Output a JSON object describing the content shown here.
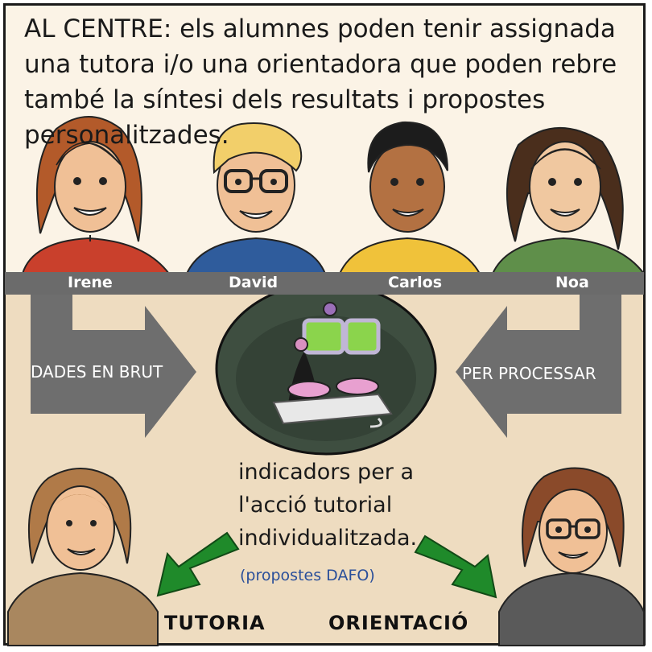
{
  "caption": "AL CENTRE: els alumnes poden tenir assignada una tutora i/o una orientadora que poden rebre també la síntesi dels resultats i propostes personalitzades.",
  "students": [
    "Irene",
    "David",
    "Carlos",
    "Noa"
  ],
  "arrows": {
    "left_label": "DADES EN BRUT",
    "right_label": "PER PROCESSAR"
  },
  "center_text": "indicadors per a l'acció tutorial individualitzada.",
  "proposals": "(propostes DAFO)",
  "bottom": {
    "left_label": "TUTORIA",
    "right_label": "ORIENTACIÓ"
  },
  "colors": {
    "arrow_gray": "#6e6e6e",
    "arrow_green": "#1f8a2a",
    "panel_bg": "#eedcc0"
  }
}
